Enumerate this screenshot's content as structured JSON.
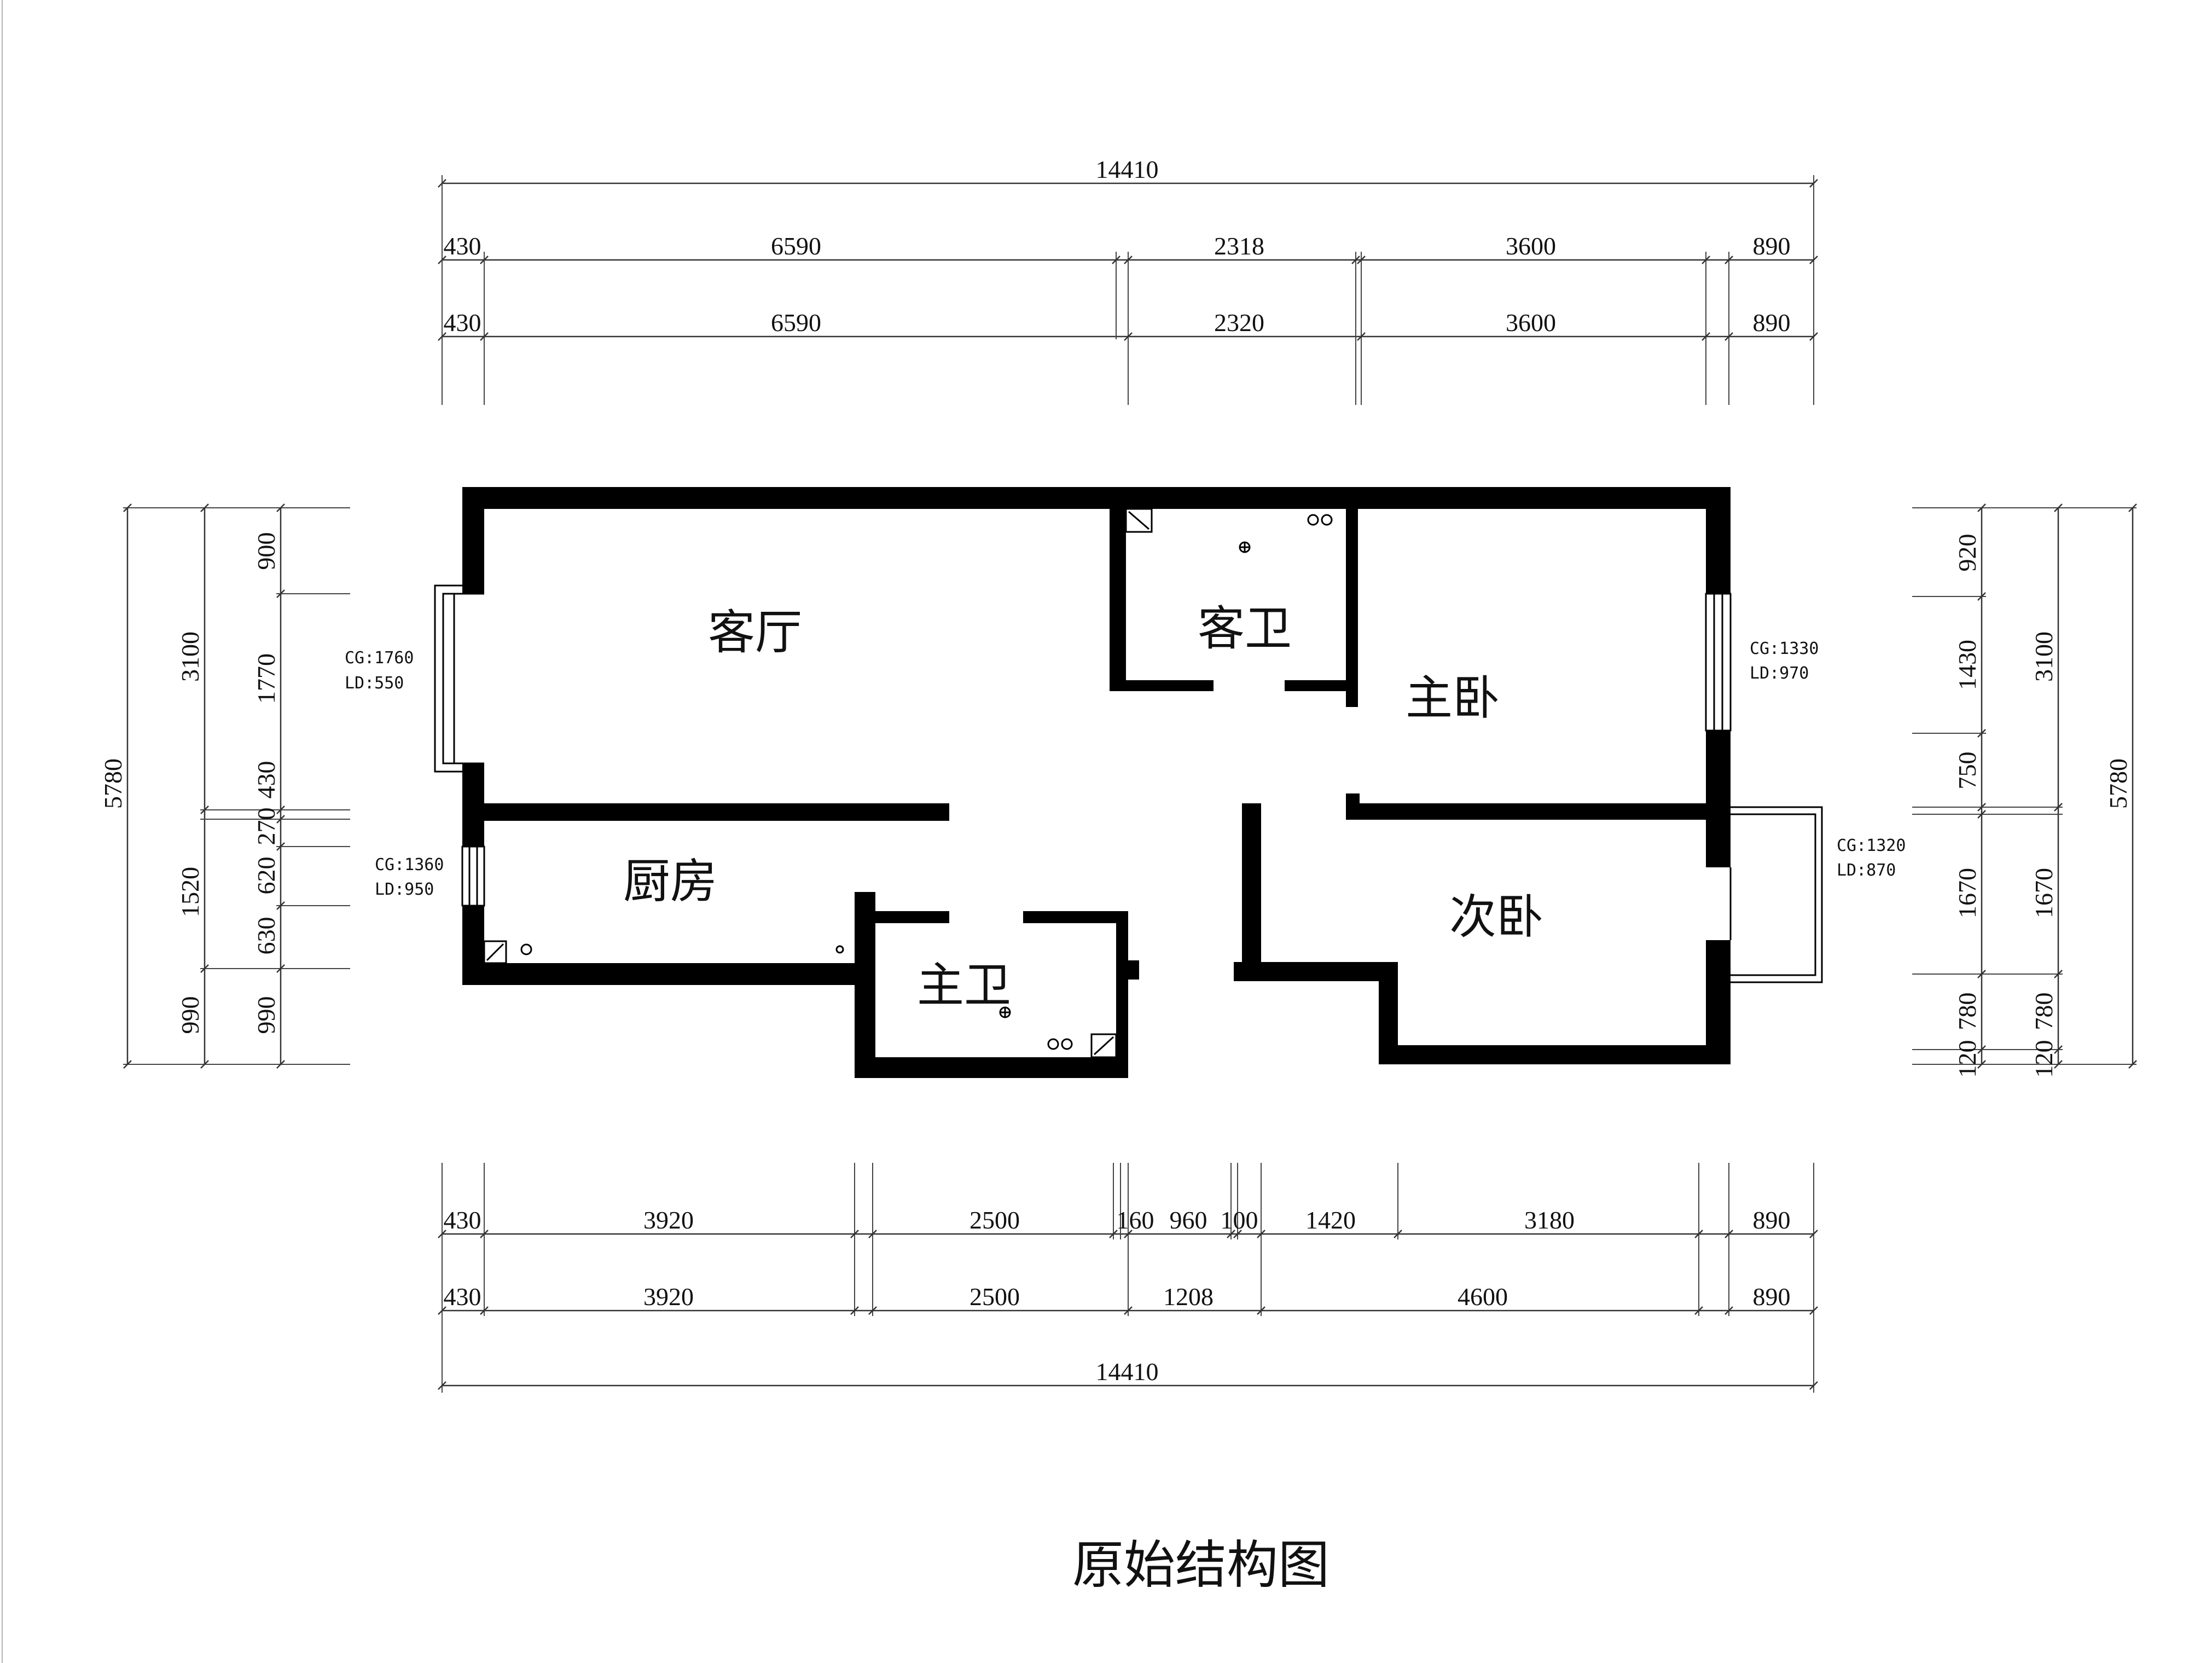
{
  "title": "原始结构图",
  "rooms": {
    "living_room": "客厅",
    "guest_bath": "客卫",
    "master_bedroom": "主卧",
    "kitchen": "厨房",
    "master_bath": "主卫",
    "second_bedroom": "次卧"
  },
  "window_notes": {
    "living_window": {
      "cg": "CG:1760",
      "ld": "LD:550"
    },
    "kitchen_window": {
      "cg": "CG:1360",
      "ld": "LD:950"
    },
    "master_window": {
      "cg": "CG:1330",
      "ld": "LD:970"
    },
    "balcony_window": {
      "cg": "CG:1320",
      "ld": "LD:870"
    }
  },
  "dimensions": {
    "top": {
      "total": "14410",
      "row1": [
        "430",
        "6590",
        "2318",
        "3600",
        "890"
      ],
      "row2": [
        "430",
        "6590",
        "2320",
        "3600",
        "890"
      ]
    },
    "bottom": {
      "row1": [
        "430",
        "3920",
        "2500",
        "160",
        "960",
        "100",
        "1420",
        "3180",
        "890"
      ],
      "row2": [
        "430",
        "3920",
        "2500",
        "1208",
        "4600",
        "890"
      ],
      "total": "14410"
    },
    "left": {
      "total": "5780",
      "col1": [
        "3100",
        "1520",
        "990"
      ],
      "col2": [
        "900",
        "1770",
        "430",
        "270",
        "620",
        "630",
        "990"
      ]
    },
    "right": {
      "total": "5780",
      "col1": [
        "920",
        "1430",
        "750",
        "1670",
        "780",
        "120"
      ],
      "col2": [
        "3100",
        "1670",
        "780",
        "120"
      ]
    }
  }
}
